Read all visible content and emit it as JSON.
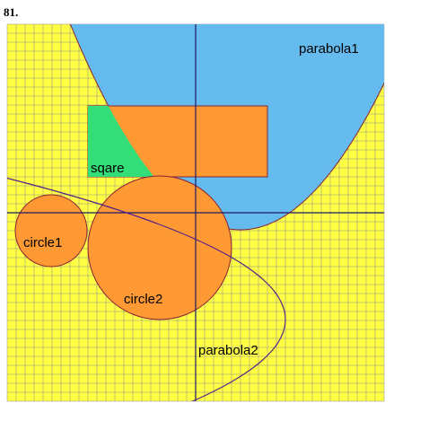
{
  "problem_number": "81.",
  "colors": {
    "background": "#ffff44",
    "grid": "#8a8a8a",
    "axes": "#1a1a66",
    "parabola1_fill": "#66bbee",
    "orange_fill": "#ff9933",
    "square_fill": "#33dd77",
    "outline": "#882233",
    "parabola2_stroke": "#552288"
  },
  "labels": {
    "parabola1": "parabola1",
    "square": "sqare",
    "circle1": "circle1",
    "circle2": "circle2",
    "parabola2": "parabola2"
  }
}
